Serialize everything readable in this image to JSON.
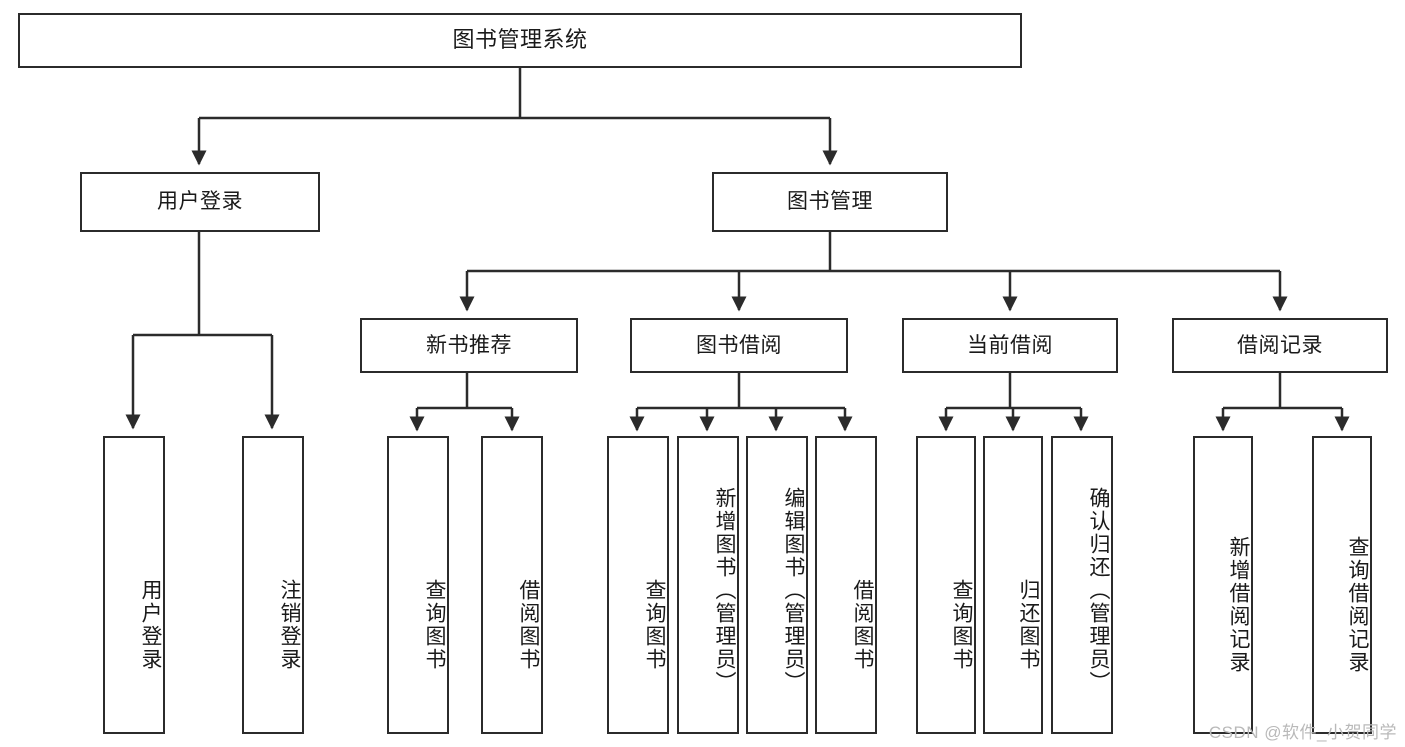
{
  "diagram": {
    "title": "图书管理系统",
    "type": "hierarchy-tree",
    "text_color": "#1a1a1a",
    "box_border_color": "#2b2b2b",
    "link_color": "#2b2b2b",
    "background": "#ffffff"
  },
  "nodes": {
    "root": {
      "label": "图书管理系统"
    },
    "level2": [
      {
        "label": "用户登录"
      },
      {
        "label": "图书管理"
      }
    ],
    "level3": [
      {
        "label": "新书推荐"
      },
      {
        "label": "图书借阅"
      },
      {
        "label": "当前借阅"
      },
      {
        "label": "借阅记录"
      }
    ],
    "leaves": {
      "user_login": [
        {
          "label": "用户登录"
        },
        {
          "label": "注销登录"
        }
      ],
      "new_book_recommend": [
        {
          "label": "查询图书"
        },
        {
          "label": "借阅图书"
        }
      ],
      "book_borrow": [
        {
          "label": "查询图书"
        },
        {
          "label": "新增图书（管理员）"
        },
        {
          "label": "编辑图书（管理员）"
        },
        {
          "label": "借阅图书"
        }
      ],
      "current_borrow": [
        {
          "label": "查询图书"
        },
        {
          "label": "归还图书"
        },
        {
          "label": "确认归还（管理员）"
        }
      ],
      "borrow_record": [
        {
          "label": "新增借阅记录"
        },
        {
          "label": "查询借阅记录"
        }
      ]
    }
  },
  "watermark": {
    "text": "CSDN @软件_小贺同学"
  }
}
